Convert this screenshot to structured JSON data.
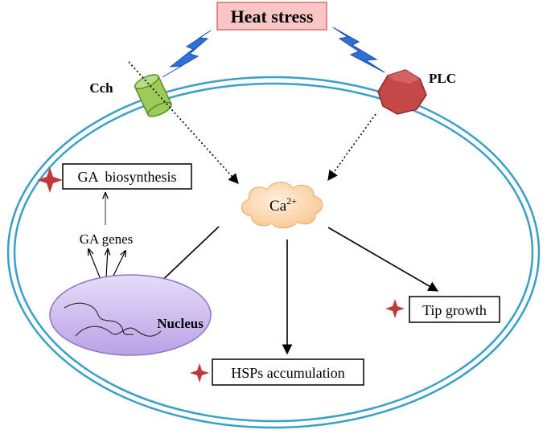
{
  "title": "Heat stress",
  "channel_label": "Cch",
  "enzyme_label": "PLC",
  "calcium": {
    "base": "Ca",
    "superscript": "2+"
  },
  "ga_biosynthesis": "GA  biosynthesis",
  "ga_genes": "GA genes",
  "nucleus": "Nucleus",
  "hsps": "HSPs accumulation",
  "tip_growth": "Tip growth",
  "colors": {
    "title_fill": "#f9c5c5",
    "title_border": "#e06b6b",
    "membrane": "#3a9fc7",
    "lightning": "#2f6fd8",
    "channel": "#9ccb5a",
    "enzyme": "#c44848",
    "calcium_cloud": "#fcd6ad",
    "nucleus": "#d0bdf0",
    "star": "#c0393b"
  }
}
